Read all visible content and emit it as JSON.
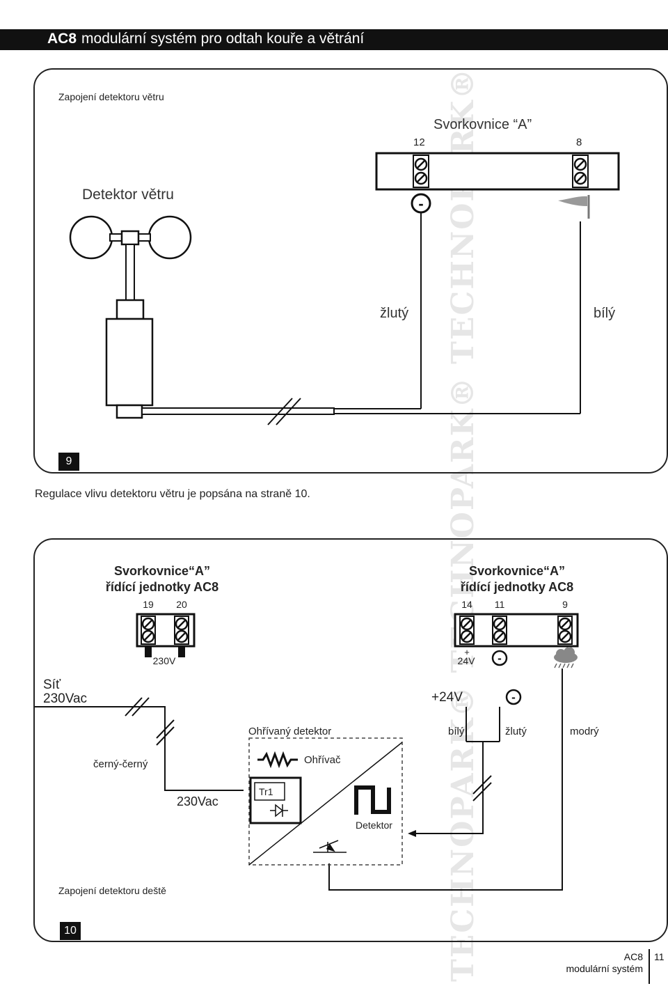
{
  "header": {
    "brand": "AC8",
    "title": "modulární systém pro odtah kouře a větrání"
  },
  "watermark": "TECHNOPARK® TECHNOPARK® TECHNOPARK®",
  "figure9": {
    "caption": "Zapojení detektoru větru",
    "number": "9",
    "terminal_title": "Svorkovnice “A”",
    "terminal_12": "12",
    "terminal_8": "8",
    "detector_label": "Detektor větru",
    "minus_symbol": "-",
    "wire_yellow": "žlutý",
    "wire_white": "bílý"
  },
  "note": "Regulace vlivu detektoru větru je popsána na straně  10.",
  "figure10": {
    "caption": "Zapojení detektoru deště",
    "number": "10",
    "left_terminal_title_1": "Svorkovnice“A”",
    "left_terminal_title_2": "řídící jednotky AC8",
    "right_terminal_title_1": "Svorkovnice“A”",
    "right_terminal_title_2": "řídící jednotky AC8",
    "t19": "19",
    "t20": "20",
    "t14": "14",
    "t11": "11",
    "t9": "9",
    "v230": "230V",
    "plus": "+",
    "v24_small": "24V",
    "minus_symbol": "-",
    "mains_1": "Síť",
    "mains_2": "230Vac",
    "v24_large": "+24V",
    "heated_detector": "Ohřívaný detektor",
    "wire_white": "bílý",
    "wire_yellow": "žlutý",
    "wire_blue": "modrý",
    "black_black": "černý-černý",
    "heater": "Ohřívač",
    "tr1": "Tr1",
    "vac230": "230Vac",
    "detector": "Detektor"
  },
  "footer": {
    "product": "AC8",
    "subtitle": "modulární systém",
    "page": "11"
  }
}
